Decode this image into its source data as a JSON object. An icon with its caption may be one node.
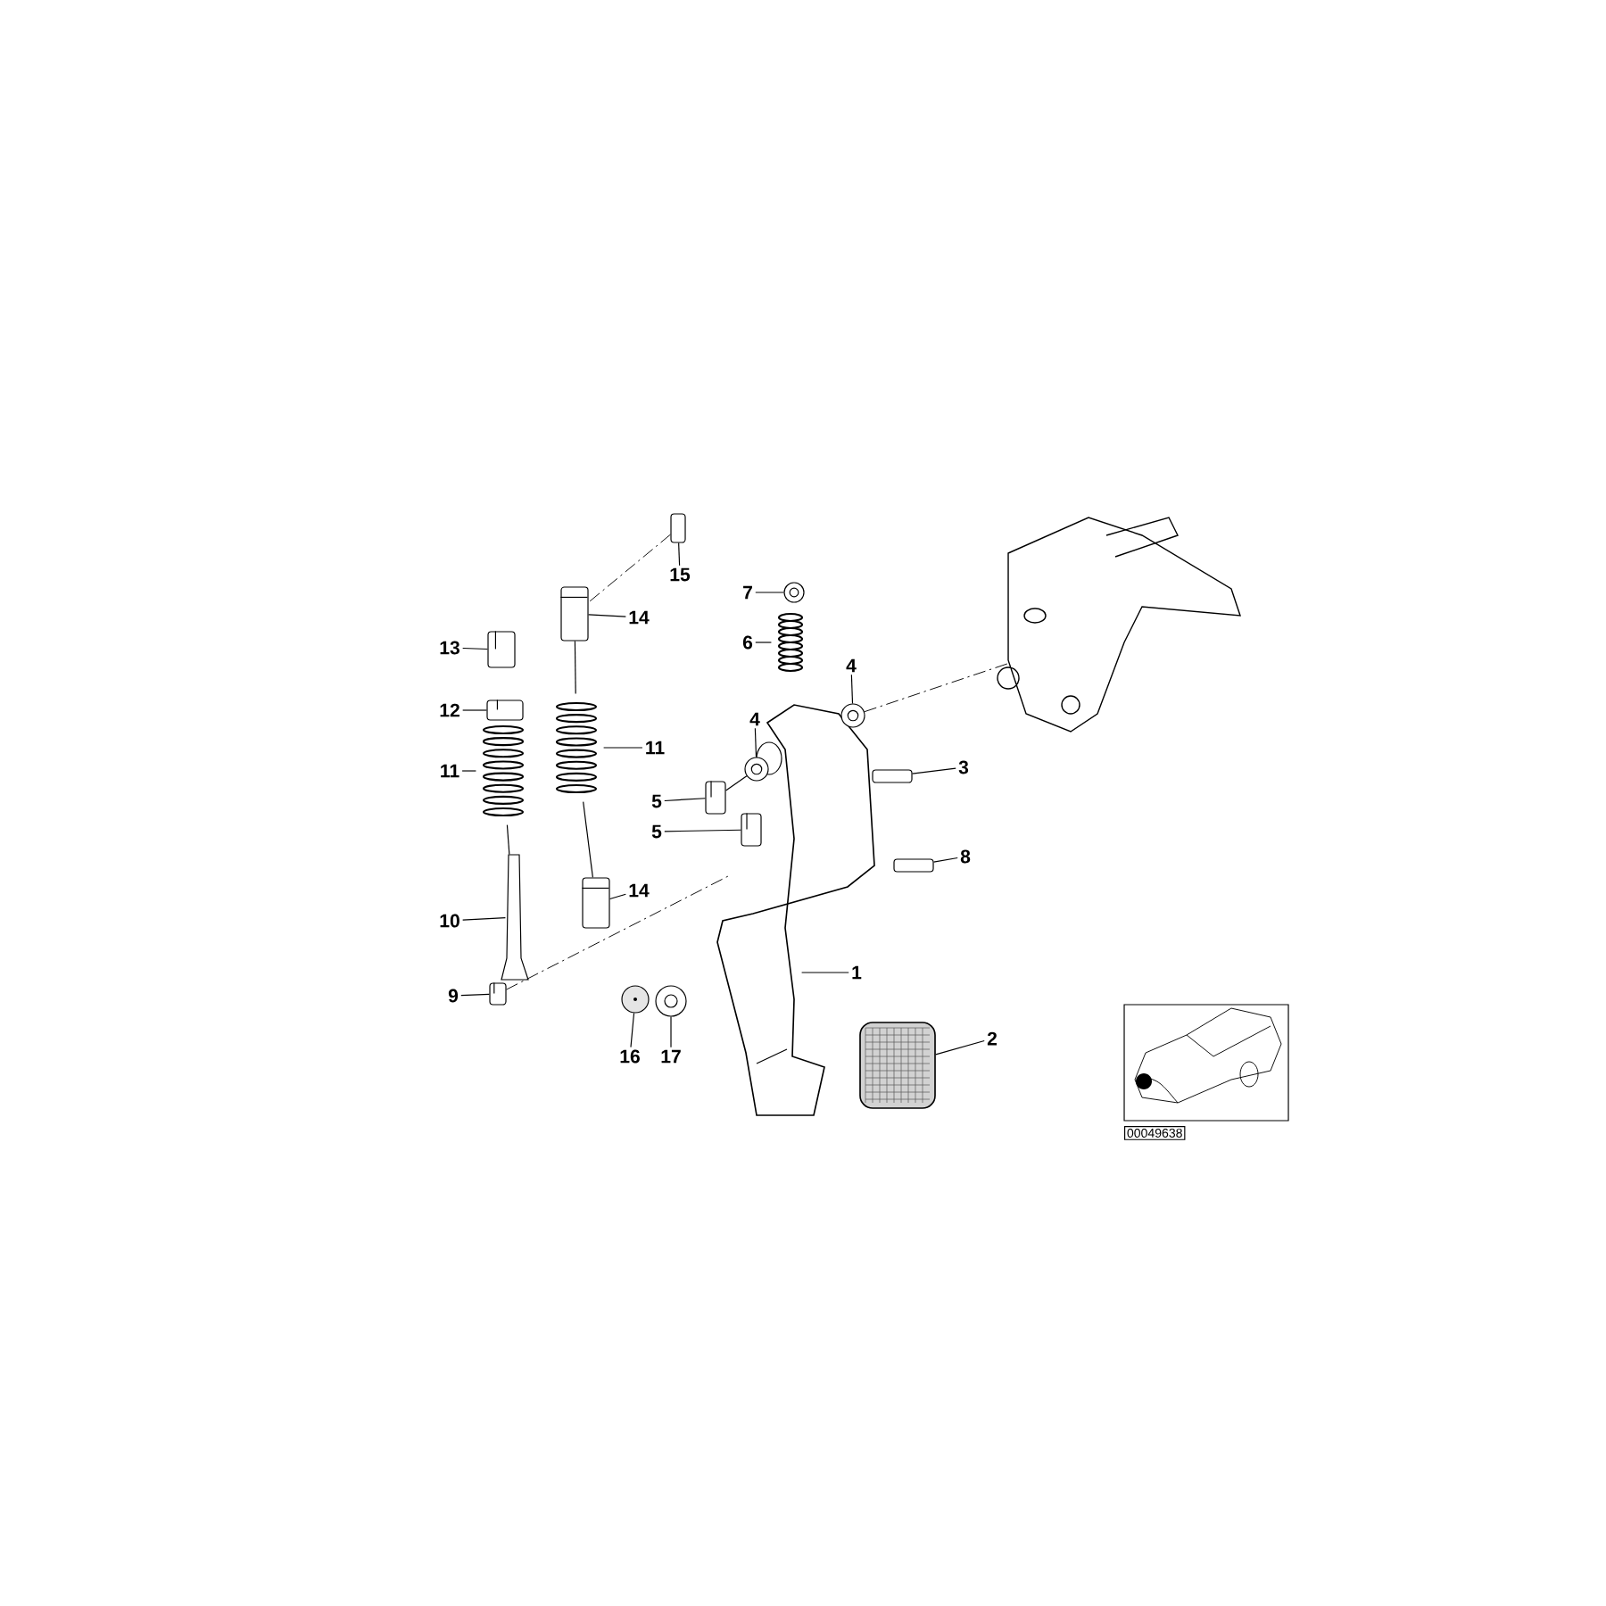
{
  "diagram": {
    "nodes": [
      {
        "text": [
          "1"
        ]
      },
      {
        "text": [],
        "shape": "picture"
      },
      {
        "text": [
          "2"
        ]
      },
      {
        "text": [],
        "shape": "box"
      },
      {
        "text": [
          "3"
        ]
      },
      {
        "text": [],
        "shape": "box"
      },
      {
        "text": [
          "4"
        ]
      },
      {
        "text": [],
        "shape": "circle"
      },
      {
        "text": [
          "4"
        ]
      },
      {
        "text": [],
        "shape": "circle"
      },
      {
        "text": [
          "5"
        ]
      },
      {
        "text": [],
        "shape": "box"
      },
      {
        "text": [
          "5"
        ]
      },
      {
        "text": [],
        "shape": "box"
      },
      {
        "text": [
          "6"
        ]
      },
      {
        "text": [],
        "shape": "picture"
      },
      {
        "text": [
          "7"
        ]
      },
      {
        "text": [],
        "shape": "circle"
      },
      {
        "text": [
          "8"
        ]
      },
      {
        "text": [],
        "shape": "box"
      },
      {
        "text": [
          "9"
        ]
      },
      {
        "text": [],
        "shape": "box"
      },
      {
        "text": [
          "10"
        ]
      },
      {
        "text": [],
        "shape": "picture"
      },
      {
        "text": [
          "11"
        ]
      },
      {
        "text": [],
        "shape": "picture"
      },
      {
        "text": [
          "11"
        ]
      },
      {
        "text": [],
        "shape": "picture"
      },
      {
        "text": [
          "12"
        ]
      },
      {
        "text": [],
        "shape": "box"
      },
      {
        "text": [
          "13"
        ]
      },
      {
        "text": [],
        "shape": "box"
      },
      {
        "text": [
          "14"
        ]
      },
      {
        "text": [],
        "shape": "box"
      },
      {
        "text": [
          "14"
        ]
      },
      {
        "text": [],
        "shape": "box"
      },
      {
        "text": [
          "15"
        ]
      },
      {
        "text": [],
        "shape": "box"
      },
      {
        "text": [
          "16"
        ]
      },
      {
        "text": [],
        "shape": "circle"
      },
      {
        "text": [
          "17"
        ]
      },
      {
        "text": [],
        "shape": "circle"
      },
      {
        "text": [],
        "shape": "picture"
      }
    ],
    "edges": [
      {
        "from": 0,
        "to": 1,
        "arrow": "none"
      },
      {
        "from": 2,
        "to": 3,
        "arrow": "none"
      },
      {
        "from": 4,
        "to": 5,
        "arrow": "none"
      },
      {
        "from": 6,
        "to": 7,
        "arrow": "none"
      },
      {
        "from": 8,
        "to": 9,
        "arrow": "none"
      },
      {
        "from": 10,
        "to": 11,
        "arrow": "none"
      },
      {
        "from": 12,
        "to": 13,
        "arrow": "none"
      },
      {
        "from": 14,
        "to": 15,
        "arrow": "none"
      },
      {
        "from": 16,
        "to": 17,
        "arrow": "none"
      },
      {
        "from": 18,
        "to": 19,
        "arrow": "none"
      },
      {
        "from": 20,
        "to": 21,
        "arrow": "none"
      },
      {
        "from": 22,
        "to": 23,
        "arrow": "none"
      },
      {
        "from": 24,
        "to": 25,
        "arrow": "none"
      },
      {
        "from": 26,
        "to": 27,
        "arrow": "none"
      },
      {
        "from": 28,
        "to": 29,
        "arrow": "none"
      },
      {
        "from": 30,
        "to": 31,
        "arrow": "none"
      },
      {
        "from": 32,
        "to": 33,
        "arrow": "none"
      },
      {
        "from": 34,
        "to": 35,
        "arrow": "none"
      },
      {
        "from": 36,
        "to": 37,
        "arrow": "none"
      },
      {
        "from": 38,
        "to": 39,
        "arrow": "none"
      },
      {
        "from": 40,
        "to": 41,
        "arrow": "none"
      },
      {
        "from": 37,
        "to": 33,
        "arrow": "none",
        "style": "dashed"
      },
      {
        "from": 33,
        "to": 27,
        "arrow": "none"
      },
      {
        "from": 27,
        "to": 35,
        "arrow": "none"
      },
      {
        "from": 25,
        "to": 23,
        "arrow": "none"
      },
      {
        "from": 21,
        "to": null,
        "arrow": "none",
        "style": "dashed"
      },
      {
        "from": 7,
        "to": 42,
        "arrow": "none",
        "style": "dashed"
      },
      {
        "from": 11,
        "to": 9,
        "arrow": "none"
      }
    ],
    "labels": [
      "00049638"
    ]
  }
}
